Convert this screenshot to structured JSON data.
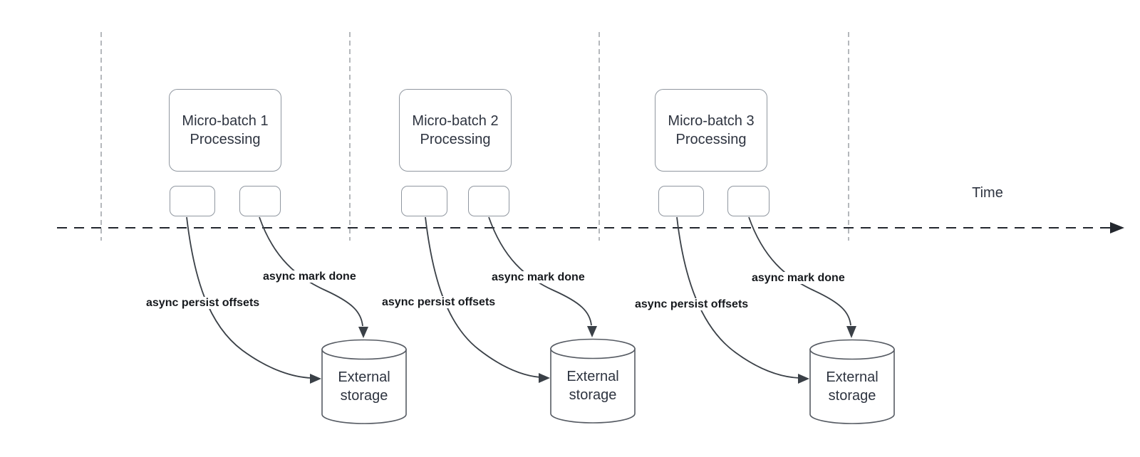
{
  "diagram": {
    "time_axis": {
      "label": "Time"
    },
    "clusters": [
      {
        "box_label": "Micro-batch 1\nProcessing",
        "persist_arrow_label": "async persist offsets",
        "mark_done_arrow_label": "async mark done",
        "storage_label": "External\nstorage"
      },
      {
        "box_label": "Micro-batch 2\nProcessing",
        "persist_arrow_label": "async persist offsets",
        "mark_done_arrow_label": "async mark done",
        "storage_label": "External\nstorage"
      },
      {
        "box_label": "Micro-batch 3\nProcessing",
        "persist_arrow_label": "async persist offsets",
        "mark_done_arrow_label": "async mark done",
        "storage_label": "External\nstorage"
      }
    ],
    "colors": {
      "stroke_dark": "#23272e",
      "curve": "#3a4047",
      "guide": "#b5b8bc",
      "shape_border": "#9097a0",
      "text": "#2e3440",
      "label_text": "#16191d"
    }
  }
}
